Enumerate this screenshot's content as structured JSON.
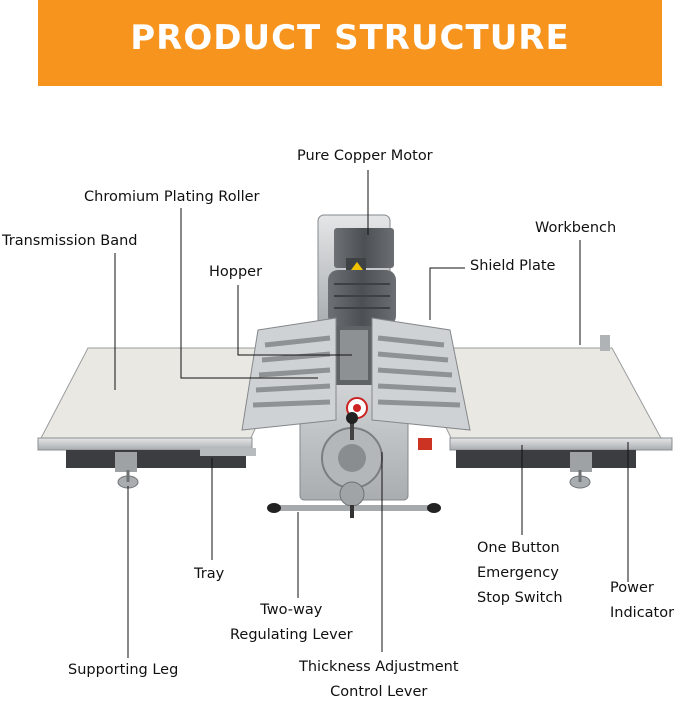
{
  "banner": {
    "title": "PRODUCT STRUCTURE",
    "color": "#f7941d",
    "text_color": "#ffffff"
  },
  "colors": {
    "steel": "#c9ccce",
    "belt": "#e8e7e2",
    "motor": "#5b5f63",
    "line": "#111111"
  },
  "labels": {
    "motor": "Pure Copper Motor",
    "roller": "Chromium Plating Roller",
    "transmission_band": "Transmission Band",
    "hopper": "Hopper",
    "workbench": "Workbench",
    "shield_plate": "Shield Plate",
    "tray": "Tray",
    "regulating_lever": [
      "Two-way",
      "Regulating Lever"
    ],
    "supporting_leg": "Supporting Leg",
    "thickness_lever": [
      "Thickness Adjustment",
      "Control Lever"
    ],
    "emergency_switch": [
      "One Button",
      "Emergency",
      "Stop Switch"
    ],
    "power_indicator": [
      "Power",
      "Indicator"
    ]
  }
}
